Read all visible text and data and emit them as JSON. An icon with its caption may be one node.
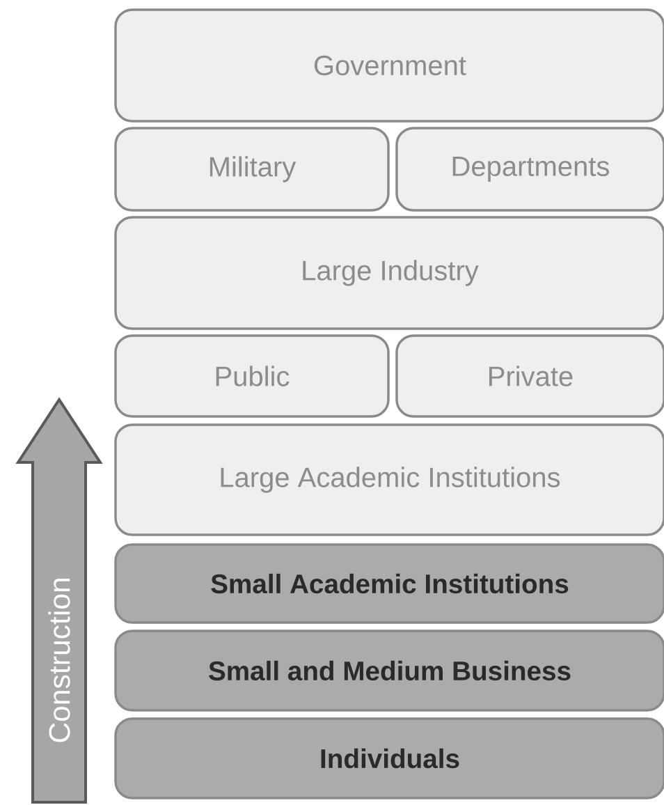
{
  "diagram": {
    "nodes": [
      {
        "text": [
          "Government"
        ]
      },
      {
        "text": [
          "Military"
        ]
      },
      {
        "text": [
          "Departments"
        ]
      },
      {
        "text": [
          "Large Industry"
        ]
      },
      {
        "text": [
          "Public"
        ]
      },
      {
        "text": [
          "Private"
        ]
      },
      {
        "text": [
          "Large Academic Institutions"
        ]
      },
      {
        "text": [
          "Small Academic Institutions"
        ]
      },
      {
        "text": [
          "Small and Medium Business"
        ]
      },
      {
        "text": [
          "Individuals"
        ]
      },
      {
        "text": [
          "Construction"
        ]
      }
    ]
  }
}
